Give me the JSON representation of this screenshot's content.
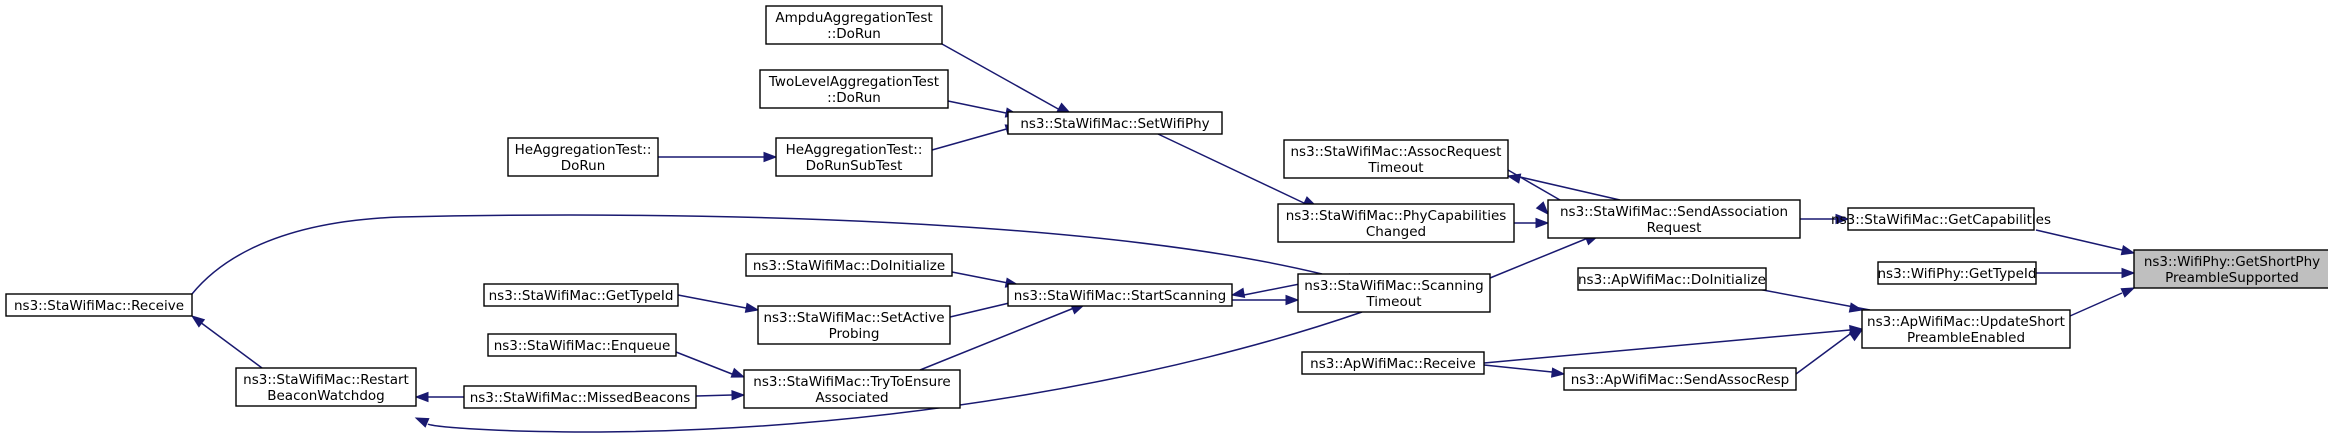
{
  "diagram": {
    "kind": "call-graph",
    "colors": {
      "edge": "#191970",
      "node_border": "#000000",
      "current_node_fill": "#bfbfbf",
      "node_fill": "#ffffff"
    },
    "nodes": [
      {
        "id": "getshortpreamble",
        "lines": [
          "ns3::WifiPhy::GetShortPhy",
          "PreambleSupported"
        ],
        "current": true
      },
      {
        "id": "getcapabilities",
        "lines": [
          "ns3::StaWifiMac::GetCapabilities"
        ]
      },
      {
        "id": "phy_gettypeid",
        "lines": [
          "ns3::WifiPhy::GetTypeId"
        ]
      },
      {
        "id": "updateshortpreamble",
        "lines": [
          "ns3::ApWifiMac::UpdateShort",
          "PreambleEnabled"
        ]
      },
      {
        "id": "sendassocrequest",
        "lines": [
          "ns3::StaWifiMac::SendAssociation",
          "Request"
        ]
      },
      {
        "id": "ap_doinitialize",
        "lines": [
          "ns3::ApWifiMac::DoInitialize"
        ]
      },
      {
        "id": "ap_receive",
        "lines": [
          "ns3::ApWifiMac::Receive"
        ]
      },
      {
        "id": "sendassocresp",
        "lines": [
          "ns3::ApWifiMac::SendAssocResp"
        ]
      },
      {
        "id": "assocrequesttimeout",
        "lines": [
          "ns3::StaWifiMac::AssocRequest",
          "Timeout"
        ]
      },
      {
        "id": "phycapabilitieschanged",
        "lines": [
          "ns3::StaWifiMac::PhyCapabilities",
          "Changed"
        ]
      },
      {
        "id": "scanningtimeout",
        "lines": [
          "ns3::StaWifiMac::Scanning",
          "Timeout"
        ]
      },
      {
        "id": "setwifiphy",
        "lines": [
          "ns3::StaWifiMac::SetWifiPhy"
        ]
      },
      {
        "id": "startscanning",
        "lines": [
          "ns3::StaWifiMac::StartScanning"
        ]
      },
      {
        "id": "ampdu",
        "lines": [
          "AmpduAggregationTest",
          "::DoRun"
        ]
      },
      {
        "id": "twolevel",
        "lines": [
          "TwoLevelAggregationTest",
          "::DoRun"
        ]
      },
      {
        "id": "hedorunsubtest",
        "lines": [
          "HeAggregationTest::",
          "DoRunSubTest"
        ]
      },
      {
        "id": "hedorun",
        "lines": [
          "HeAggregationTest::",
          "DoRun"
        ]
      },
      {
        "id": "sta_doinitialize",
        "lines": [
          "ns3::StaWifiMac::DoInitialize"
        ]
      },
      {
        "id": "setactiveprobing",
        "lines": [
          "ns3::StaWifiMac::SetActive",
          "Probing"
        ]
      },
      {
        "id": "trytoensure",
        "lines": [
          "ns3::StaWifiMac::TryToEnsure",
          "Associated"
        ]
      },
      {
        "id": "sta_gettypeid",
        "lines": [
          "ns3::StaWifiMac::GetTypeId"
        ]
      },
      {
        "id": "enqueue",
        "lines": [
          "ns3::StaWifiMac::Enqueue"
        ]
      },
      {
        "id": "missedbeacons",
        "lines": [
          "ns3::StaWifiMac::MissedBeacons"
        ]
      },
      {
        "id": "restartbeacon",
        "lines": [
          "ns3::StaWifiMac::Restart",
          "BeaconWatchdog"
        ]
      },
      {
        "id": "sta_receive",
        "lines": [
          "ns3::StaWifiMac::Receive"
        ]
      }
    ]
  }
}
